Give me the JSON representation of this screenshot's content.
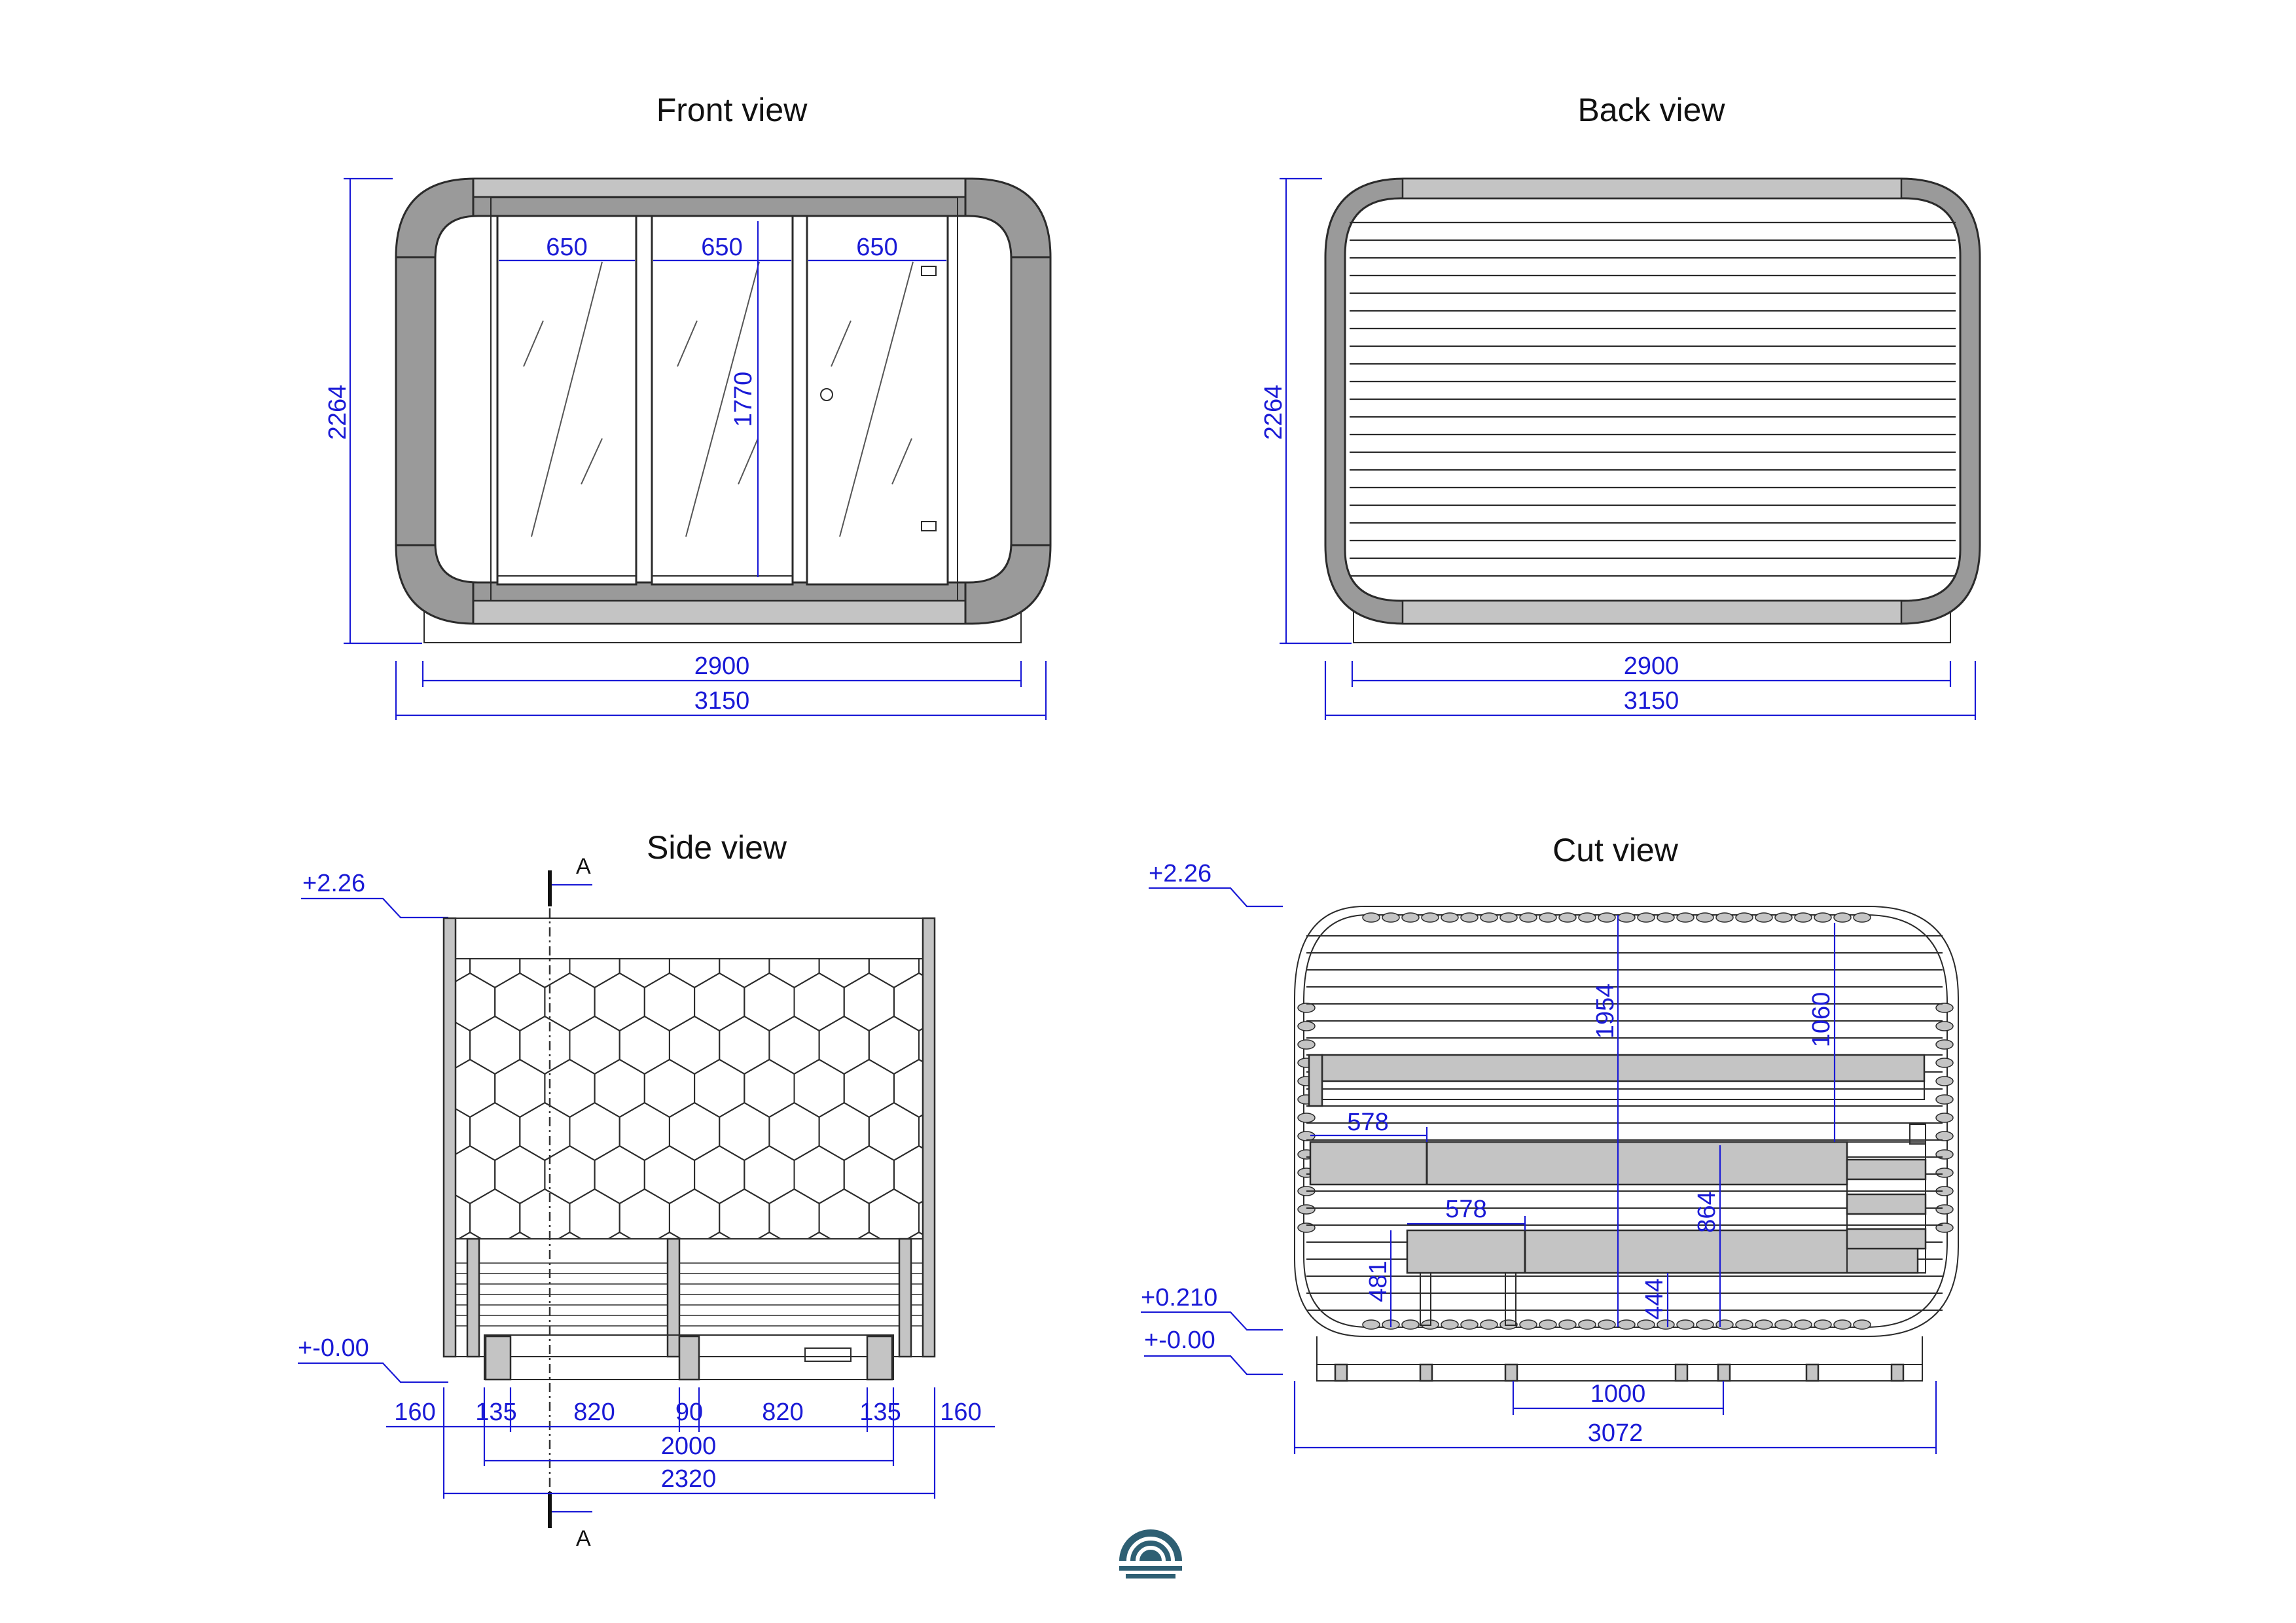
{
  "front_view": {
    "title": "Front view",
    "height": "2264",
    "glass_height": "1770",
    "panel_widths": [
      "650",
      "650",
      "650"
    ],
    "inner_width": "2900",
    "outer_width": "3150"
  },
  "back_view": {
    "title": "Back view",
    "height": "2264",
    "inner_width": "2900",
    "outer_width": "3150"
  },
  "side_view": {
    "title": "Side view",
    "section_mark_top": "A",
    "section_mark_bottom": "A",
    "level_top": "+2.26",
    "level_bottom": "+-0.00",
    "segments": [
      "160",
      "135",
      "820",
      "90",
      "820",
      "135",
      "160"
    ],
    "inner_length": "2000",
    "outer_length": "2320"
  },
  "cut_view": {
    "title": "Cut view",
    "level_top": "+2.26",
    "level_bench": "+0.210",
    "level_bottom": "+-0.00",
    "height_inner": "1954",
    "upper_bench_clearance": "1060",
    "bench_depth_upper": "578",
    "bench_depth_lower": "578",
    "bench_height_mid": "864",
    "bench_height_low": "481",
    "floor_to_seat": "444",
    "stove_width": "1000",
    "total_length": "3072"
  },
  "logo": {
    "icon": "sunrise-waves-logo-icon"
  }
}
